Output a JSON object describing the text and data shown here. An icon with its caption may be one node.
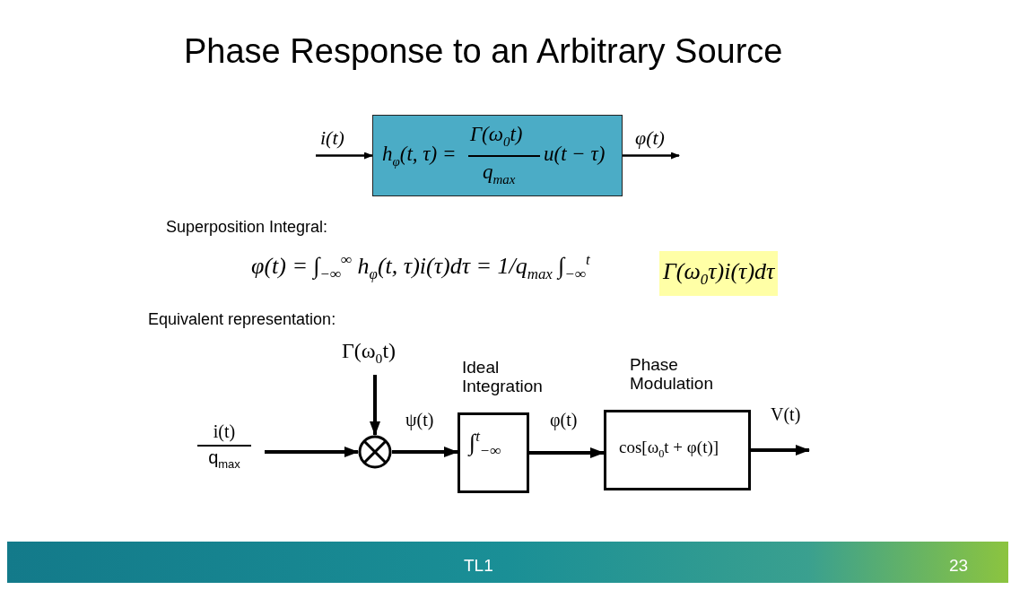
{
  "diagram": {
    "title": "Phase Response to an Arbitrary Source",
    "nodes": [
      {
        "text": [
          "h$_{φ}$(t, τ) =",
          "Γ(ω$_{0}$t)",
          "q$_{max}$",
          "u(t − τ)"
        ]
      },
      {
        "text": [
          "i(t)",
          "q$_{max}$"
        ]
      },
      {
        "text": [],
        "shape": "circle"
      },
      {
        "text": [
          "Γ(ω$_{0}$t)"
        ]
      },
      {
        "text": [
          "∫$^{t}$$_{−∞}$"
        ],
        "beside": [
          "Ideal Integration"
        ]
      },
      {
        "text": [
          "cos[ω$_{0}$t + φ(t)]"
        ],
        "beside": [
          "Phase Modulation"
        ]
      }
    ],
    "edges": [
      {
        "from": null,
        "to": 0,
        "arrow": "to",
        "label": "i(t)"
      },
      {
        "from": 0,
        "to": null,
        "arrow": "to",
        "label": "φ(t)"
      },
      {
        "from": 1,
        "to": 2,
        "arrow": "to"
      },
      {
        "from": 3,
        "to": 2,
        "arrow": "to"
      },
      {
        "from": 2,
        "to": 4,
        "arrow": "to",
        "label": "ψ(t)"
      },
      {
        "from": 4,
        "to": 5,
        "arrow": "to",
        "label": "φ(t)"
      },
      {
        "from": 5,
        "to": null,
        "arrow": "to",
        "label": "V(t)"
      }
    ],
    "labels": [
      "Superposition Integral:",
      "φ(t) = ∫$_{−∞}$$^{∞}$ h$_{φ}$(t, τ)i(τ)dτ = 1/q$_{max}$ ∫$_{−∞}$$^{t}$",
      "Γ(ω$_{0}$τ)i(τ)dτ",
      "Equivalent representation:",
      "TL1",
      "23"
    ]
  }
}
